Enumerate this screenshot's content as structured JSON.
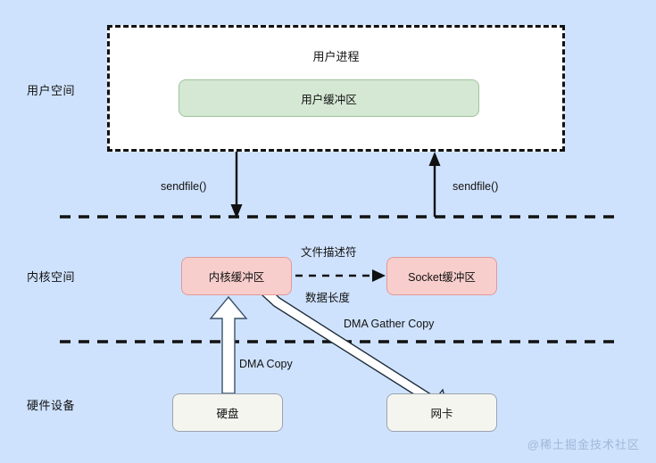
{
  "diagram": {
    "title": "sendfile zero-copy (DMA Gather Copy) diagram",
    "background_color": "#cfe2fd",
    "zones": [
      {
        "id": "user-space",
        "label": "用户空间"
      },
      {
        "id": "kernel-space",
        "label": "内核空间"
      },
      {
        "id": "hardware",
        "label": "硬件设备"
      }
    ],
    "containers": [
      {
        "id": "user-process",
        "label": "用户进程",
        "style": "dashed-white"
      }
    ],
    "nodes": [
      {
        "id": "user-buffer",
        "label": "用户缓冲区",
        "color": "#d5e8d4",
        "border": "#9ec49a"
      },
      {
        "id": "kernel-buffer",
        "label": "内核缓冲区",
        "color": "#f8cecc",
        "border": "#e09a98"
      },
      {
        "id": "socket-buffer",
        "label": "Socket缓冲区",
        "color": "#f8cecc",
        "border": "#e09a98"
      },
      {
        "id": "disk",
        "label": "硬盘",
        "color": "#f5f5f0",
        "border": "#9aa3ad"
      },
      {
        "id": "nic",
        "label": "网卡",
        "color": "#f5f5f0",
        "border": "#9aa3ad"
      }
    ],
    "edges": [
      {
        "id": "sendfile-down",
        "label": "sendfile()",
        "style": "solid-arrow-down"
      },
      {
        "id": "sendfile-up",
        "label": "sendfile()",
        "style": "solid-arrow-up"
      },
      {
        "id": "fd-descriptor",
        "label": "文件描述符",
        "style": "dashed-arrow-right"
      },
      {
        "id": "data-length",
        "label": "数据长度",
        "style": "dashed-arrow-right"
      },
      {
        "id": "dma-gather",
        "label": "DMA Gather Copy",
        "style": "hollow-block-arrow"
      },
      {
        "id": "dma-copy",
        "label": "DMA Copy",
        "style": "hollow-block-arrow-up"
      }
    ],
    "watermark": "@稀土掘金技术社区"
  }
}
